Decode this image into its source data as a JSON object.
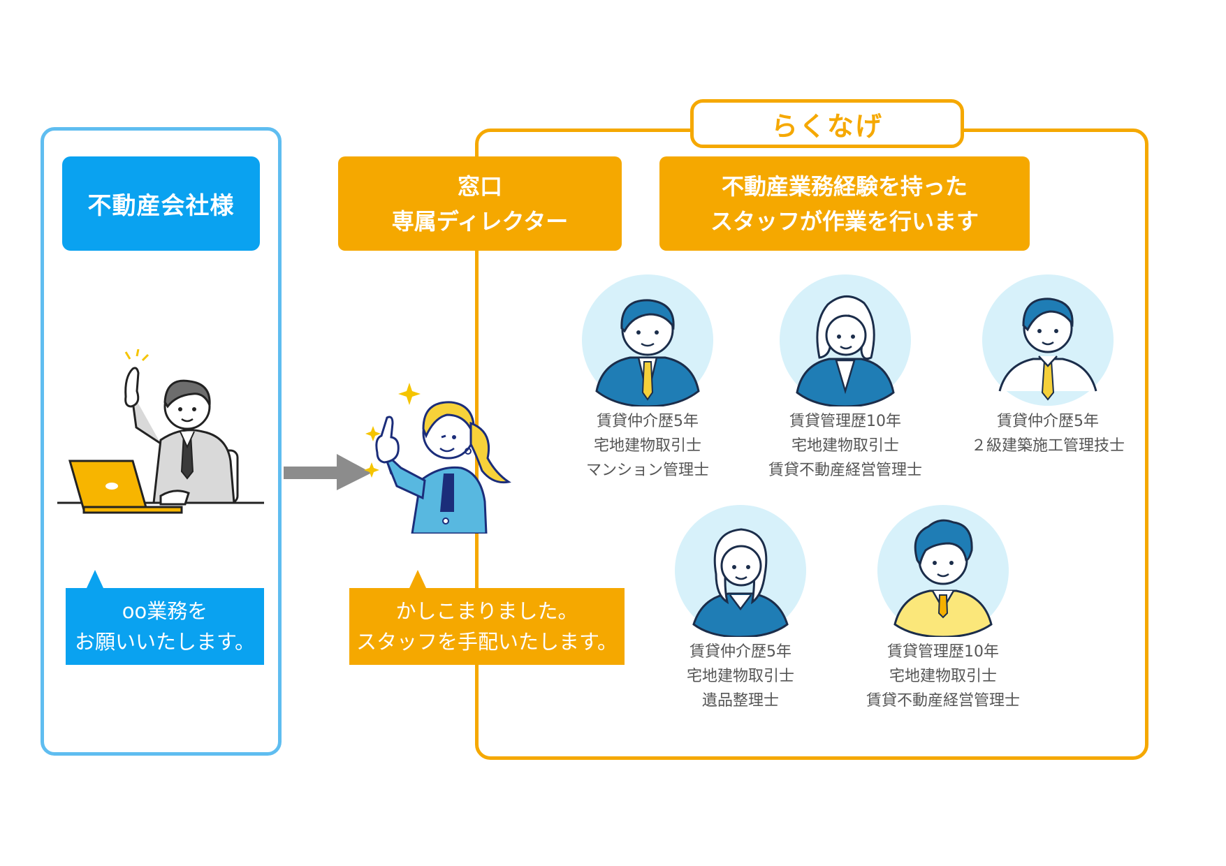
{
  "client": {
    "title": "不動産会社様",
    "bubble_line1": "oo業務を",
    "bubble_line2": "お願いいたします。"
  },
  "rakunage": {
    "name": "らくなげ",
    "window_line1": "窓口",
    "window_line2": "専属ディレクター",
    "staff_line1": "不動産業務経験を持った",
    "staff_line2": "スタッフが作業を行います",
    "director_bubble_line1": "かしこまりました。",
    "director_bubble_line2": "スタッフを手配いたします。"
  },
  "staff": [
    {
      "q": [
        "賃貸仲介歴5年",
        "宅地建物取引士",
        "マンション管理士"
      ],
      "avatar": "man-suit-icon"
    },
    {
      "q": [
        "賃貸管理歴10年",
        "宅地建物取引士",
        "賃貸不動産経営管理士"
      ],
      "avatar": "woman-suit-icon"
    },
    {
      "q": [
        "賃貸仲介歴5年",
        "２級建築施工管理技士"
      ],
      "avatar": "man-shirt-icon"
    },
    {
      "q": [
        "賃貸仲介歴5年",
        "宅地建物取引士",
        "遺品整理士"
      ],
      "avatar": "woman-long-hair-icon"
    },
    {
      "q": [
        "賃貸管理歴10年",
        "宅地建物取引士",
        "賃貸不動産経営管理士"
      ],
      "avatar": "man-sweater-icon"
    }
  ],
  "colors": {
    "client_blue": "#0aa2f0",
    "client_frame": "#5fbdf0",
    "rakunage_orange": "#f5a800",
    "avatar_bg": "#d7f1fa",
    "arrow_gray": "#8c8c8c"
  }
}
